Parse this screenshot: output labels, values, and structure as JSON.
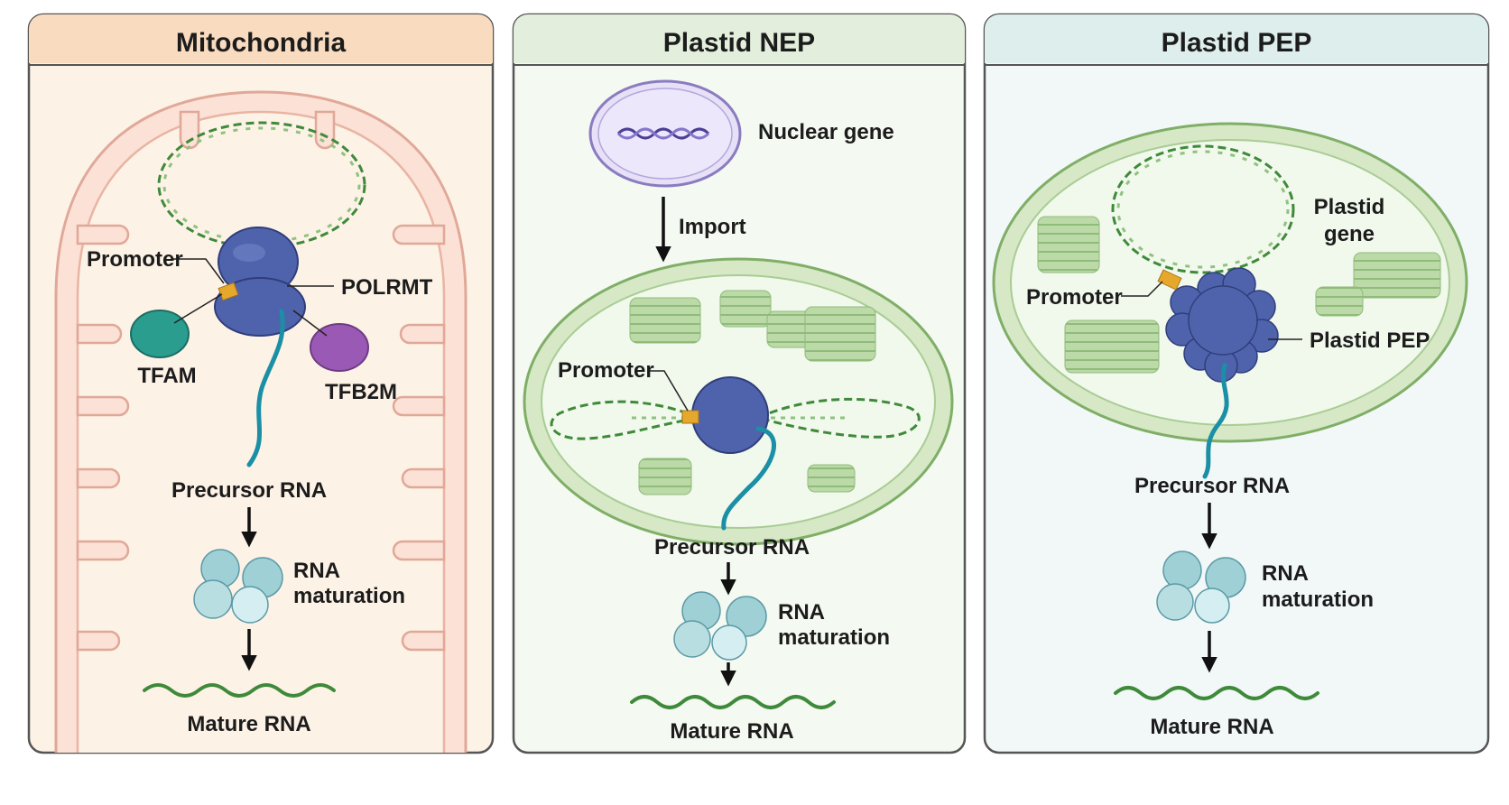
{
  "panels": [
    {
      "title": "Mitochondria",
      "labels": {
        "promoter": "Promoter",
        "polymerase": "POLRMT",
        "factor_a": "TFAM",
        "factor_b": "TFB2M",
        "precursor": "Precursor RNA",
        "maturation_1": "RNA",
        "maturation_2": "maturation",
        "mature": "Mature RNA"
      }
    },
    {
      "title": "Plastid NEP",
      "labels": {
        "nuclear_gene": "Nuclear gene",
        "import": "Import",
        "promoter": "Promoter",
        "precursor": "Precursor RNA",
        "maturation_1": "RNA",
        "maturation_2": "maturation",
        "mature": "Mature RNA"
      }
    },
    {
      "title": "Plastid PEP",
      "labels": {
        "plastid_gene_1": "Plastid",
        "plastid_gene_2": "gene",
        "promoter": "Promoter",
        "polymerase": "Plastid PEP",
        "precursor": "Precursor RNA",
        "maturation_1": "RNA",
        "maturation_2": "maturation",
        "mature": "Mature RNA"
      }
    }
  ],
  "colors": {
    "mito_header": "#f9dcc0",
    "mito_body": "#fdf2e6",
    "nep_header": "#e3efdc",
    "nep_body": "#f4f9f1",
    "pep_header": "#ddeeed",
    "pep_body": "#f2f8f8",
    "polymerase": "#4f63ad",
    "dna": "#3f8a3a",
    "rna": "#1a8fa5",
    "tfam": "#2a9d8f",
    "tfb2m": "#9b59b6",
    "maturation": "#9fd0d6",
    "promoter": "#e6a82a"
  }
}
